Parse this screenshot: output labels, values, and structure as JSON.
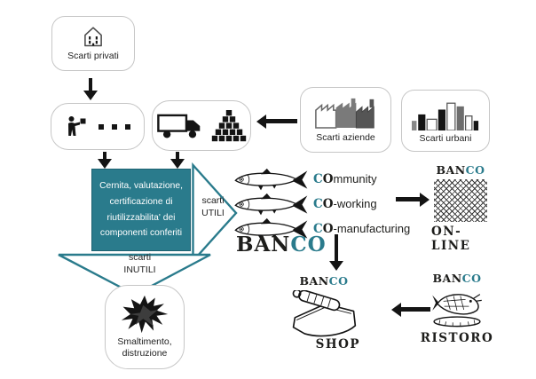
{
  "colors": {
    "teal": "#2a7b8c",
    "ink": "#1d1d1b"
  },
  "sources": {
    "private": "Scarti privati",
    "aziende": "Scarti aziende",
    "urbani": "Scarti urbani"
  },
  "certification": {
    "lines": [
      "Cernita, valutazione,",
      "certificazione di",
      "riutilizzabilita' dei",
      "componenti conferiti"
    ]
  },
  "streams": {
    "utili": [
      "scarti",
      "UTILI"
    ],
    "inutili": [
      "scarti",
      "INUTILI"
    ]
  },
  "disposal": {
    "lines": [
      "Smaltimento,",
      "distruzione"
    ]
  },
  "brand": {
    "black": "BAN",
    "teal": "CO"
  },
  "co_items": [
    {
      "c": "C",
      "o": "O",
      "rest": "mmunity"
    },
    {
      "c": "C",
      "o": "O",
      "rest": "-working"
    },
    {
      "c": "C",
      "o": "O",
      "rest": "-manufacturing"
    }
  ],
  "channels": {
    "online": "ON-LINE",
    "shop": "SHOP",
    "ristoro": "RISTORO"
  },
  "icons": {
    "house": "house-icon",
    "person": "person-carrying-box-icon",
    "ellipsis": "ellipsis-icon",
    "truck": "truck-icon",
    "crates": "crates-pyramid-icon",
    "factory": "factory-icon",
    "buildings": "city-buildings-icon",
    "sardine": "sardine-icon",
    "flame": "flame-icon",
    "fishnet": "fishnet-icon",
    "can": "sardine-can-icon",
    "plate": "grilled-fish-icon"
  }
}
